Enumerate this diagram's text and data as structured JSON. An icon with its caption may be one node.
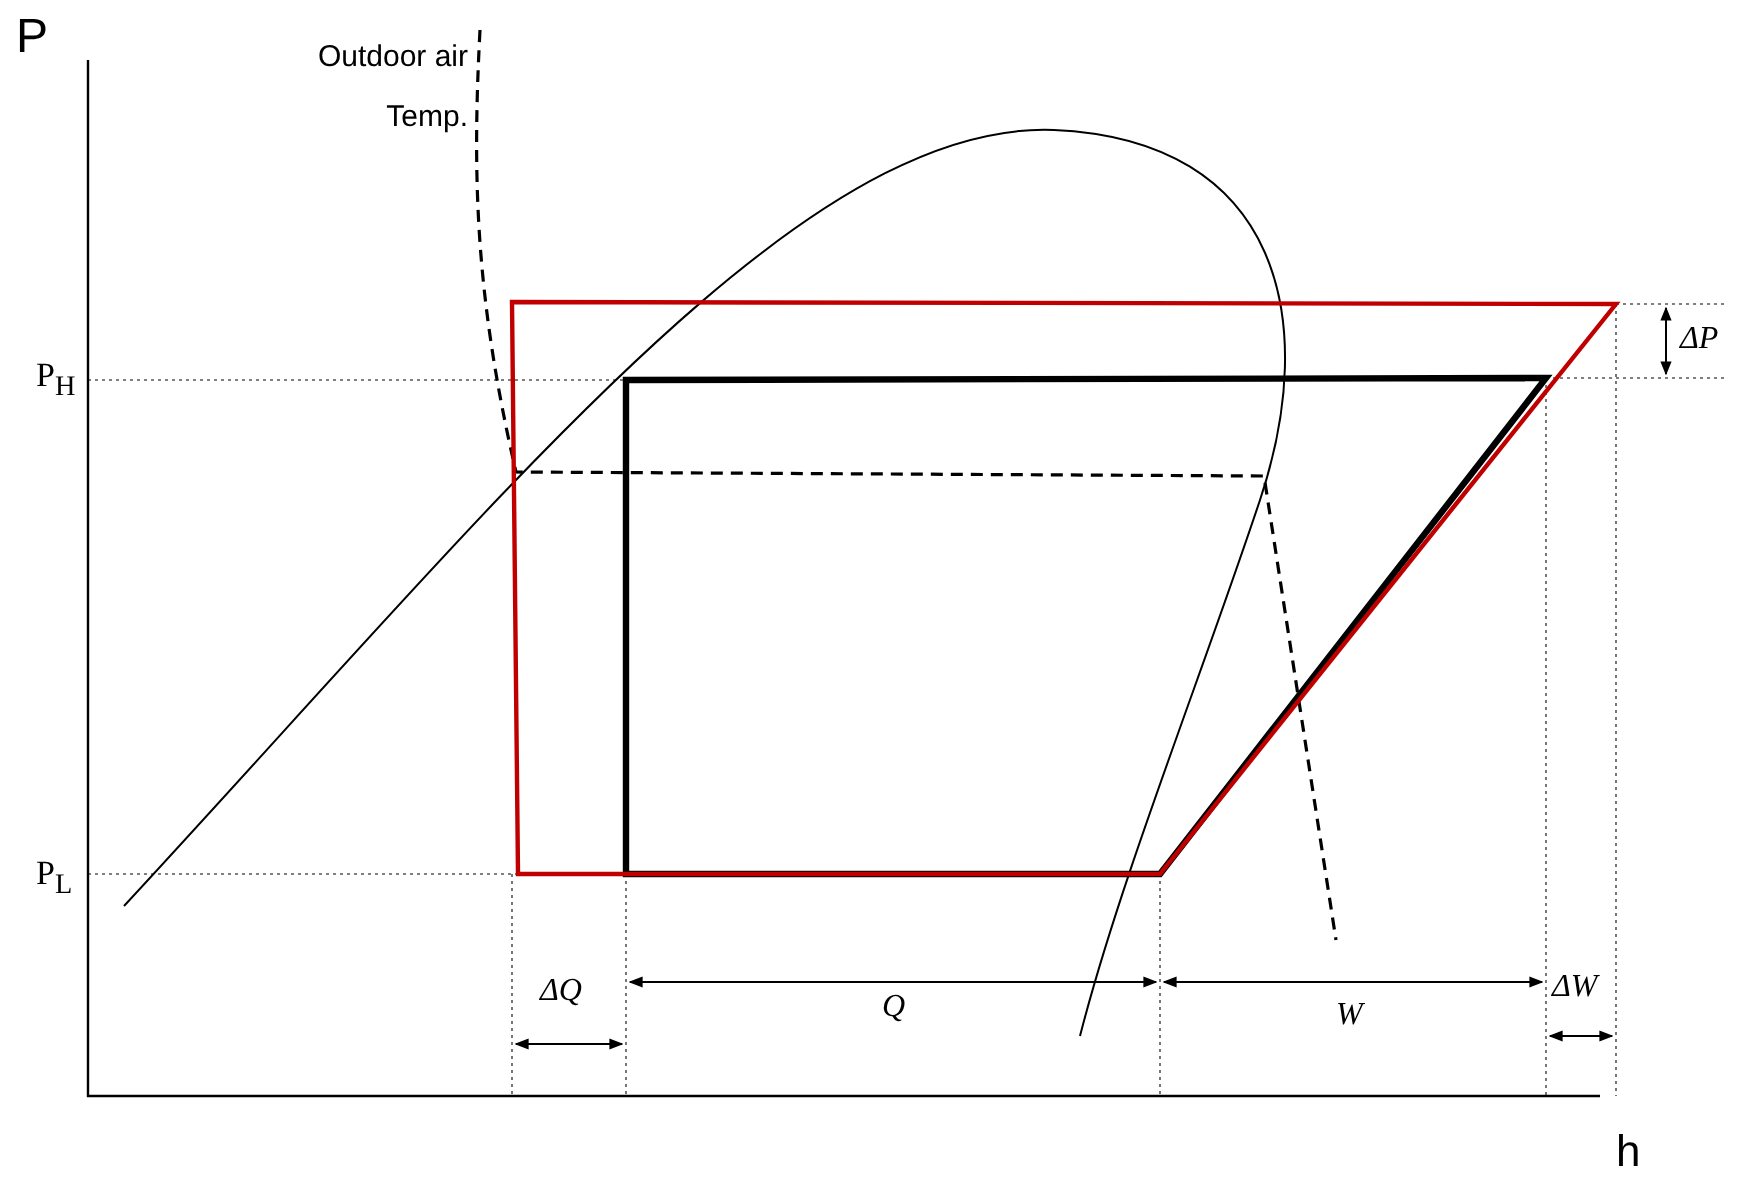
{
  "diagram": {
    "labels": [
      "P",
      "Outdoor air Temp.",
      "P$_{H}$",
      "P$_{L}$",
      "ΔP",
      "ΔQ",
      "Q",
      "W",
      "ΔW",
      "h"
    ]
  }
}
